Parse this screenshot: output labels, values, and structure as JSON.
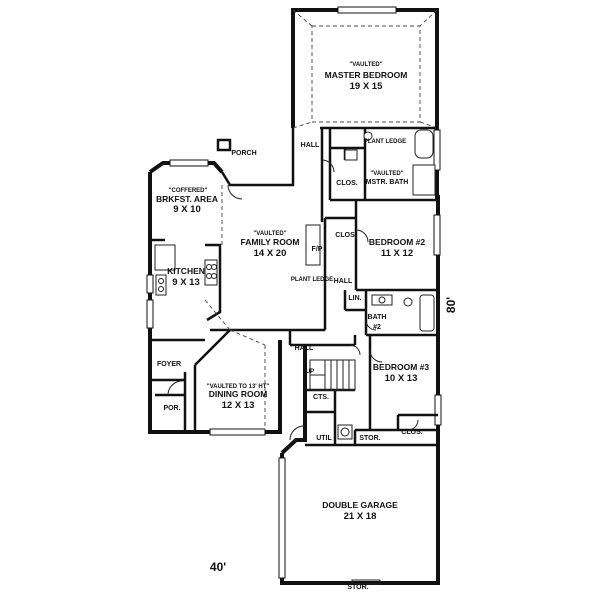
{
  "rooms": {
    "master_vaulted": "\"VAULTED\"",
    "master_name": "MASTER BEDROOM",
    "master_size": "19 X 15",
    "plant_ledge_upper": "PLANT LEDGE",
    "hall_upper": "HALL",
    "porch": "PORCH",
    "clos_master": "CLOS.",
    "bath_vaulted": "\"VAULTED\"",
    "bath_name": "MSTR. BATH",
    "coffered": "\"COFFERED\"",
    "brkfst_name": "BRKFST. AREA",
    "brkfst_size": "9 X 10",
    "family_vaulted": "\"VAULTED\"",
    "family_name": "FAMILY ROOM",
    "family_size": "14 X 20",
    "fp": "F/P",
    "plant_ledge_lower": "PLANT LEDGE",
    "clos_bed2": "CLOS.",
    "bed2_name": "BEDROOM #2",
    "bed2_size": "11 X 12",
    "hall_mid": "HALL",
    "lin": "LIN.",
    "bath2_name": "BATH",
    "bath2_num": "#2",
    "kitchen_name": "KITCHEN",
    "kitchen_size": "9 X 13",
    "hall_lower": "HALL",
    "foyer": "FOYER",
    "up": "UP",
    "bed3_name": "BEDROOM #3",
    "bed3_size": "10 X 13",
    "dining_vaulted": "\"VAULTED TO 13' HT\"",
    "dining_name": "DINING ROOM",
    "dining_size": "12 X 13",
    "cts": "CTS.",
    "por": "POR.",
    "util": "UTIL",
    "stor_mid": "STOR.",
    "clos_bed3": "CLOS.",
    "garage_name": "DOUBLE GARAGE",
    "garage_size": "21 X 18",
    "stor_garage": "STOR."
  },
  "dimensions": {
    "width": "40'",
    "depth": "80'"
  }
}
